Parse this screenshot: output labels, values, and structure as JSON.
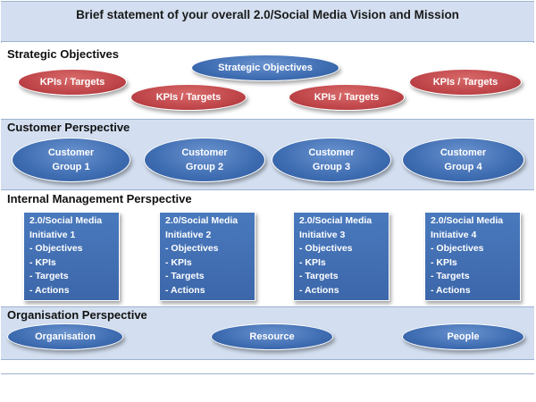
{
  "header": {
    "title": "Brief statement of your overall 2.0/Social Media Vision and Mission"
  },
  "strategic": {
    "title": "Strategic Objectives",
    "center_label": "Strategic Objectives",
    "kpi_labels": [
      "KPIs / Targets",
      "KPIs / Targets",
      "KPIs / Targets",
      "KPIs / Targets"
    ]
  },
  "customer": {
    "title": "Customer Perspective",
    "groups": [
      {
        "line1": "Customer",
        "line2": "Group 1"
      },
      {
        "line1": "Customer",
        "line2": "Group 2"
      },
      {
        "line1": "Customer",
        "line2": "Group 3"
      },
      {
        "line1": "Customer",
        "line2": "Group 4"
      }
    ]
  },
  "internal": {
    "title": "Internal Management Perspective",
    "initiatives": [
      {
        "line1": "2.0/Social Media",
        "line2": "Initiative 1",
        "items": [
          "- Objectives",
          "- KPIs",
          "- Targets",
          "- Actions"
        ]
      },
      {
        "line1": "2.0/Social Media",
        "line2": "Initiative 2",
        "items": [
          "- Objectives",
          "- KPIs",
          "- Targets",
          "- Actions"
        ]
      },
      {
        "line1": "2.0/Social Media",
        "line2": "Initiative 3",
        "items": [
          "- Objectives",
          "- KPIs",
          "- Targets",
          "- Actions"
        ]
      },
      {
        "line1": "2.0/Social Media",
        "line2": "Initiative 4",
        "items": [
          "- Objectives",
          "- KPIs",
          "- Targets",
          "- Actions"
        ]
      }
    ]
  },
  "organisation": {
    "title": "Organisation Perspective",
    "items": [
      "Organisation",
      "Resource",
      "People"
    ]
  },
  "colors": {
    "band": "#d3dff0",
    "blue": "#3f6db2",
    "red": "#c0464a",
    "border": "#9db1cf"
  }
}
